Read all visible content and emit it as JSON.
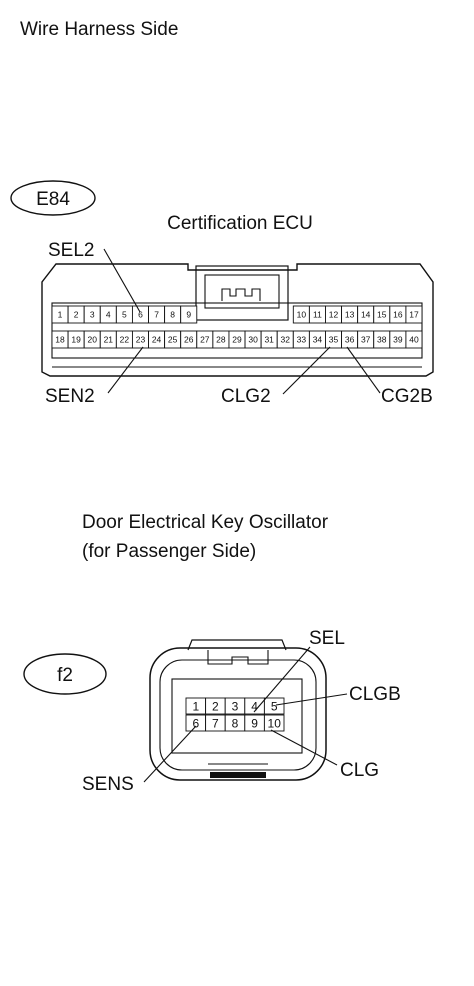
{
  "page_title": "Wire Harness Side",
  "connector_e84": {
    "tag": "E84",
    "title": "Certification ECU",
    "top_left_pins": [
      "1",
      "2",
      "3",
      "4",
      "5",
      "6",
      "7",
      "8",
      "9"
    ],
    "top_right_pins": [
      "10",
      "11",
      "12",
      "13",
      "14",
      "15",
      "16",
      "17"
    ],
    "bottom_pins": [
      "18",
      "19",
      "20",
      "21",
      "22",
      "23",
      "24",
      "25",
      "26",
      "27",
      "28",
      "29",
      "30",
      "31",
      "32",
      "33",
      "34",
      "35",
      "36",
      "37",
      "38",
      "39",
      "40"
    ],
    "callouts": {
      "sel2": "SEL2",
      "sen2": "SEN2",
      "clg2": "CLG2",
      "cg2b": "CG2B"
    }
  },
  "connector_f2": {
    "tag": "f2",
    "title_line1": "Door Electrical Key Oscillator",
    "title_line2": "(for Passenger Side)",
    "top_pins": [
      "1",
      "2",
      "3",
      "4",
      "5"
    ],
    "bottom_pins": [
      "6",
      "7",
      "8",
      "9",
      "10"
    ],
    "callouts": {
      "sel": "SEL",
      "clgb": "CLGB",
      "clg": "CLG",
      "sens": "SENS"
    }
  }
}
